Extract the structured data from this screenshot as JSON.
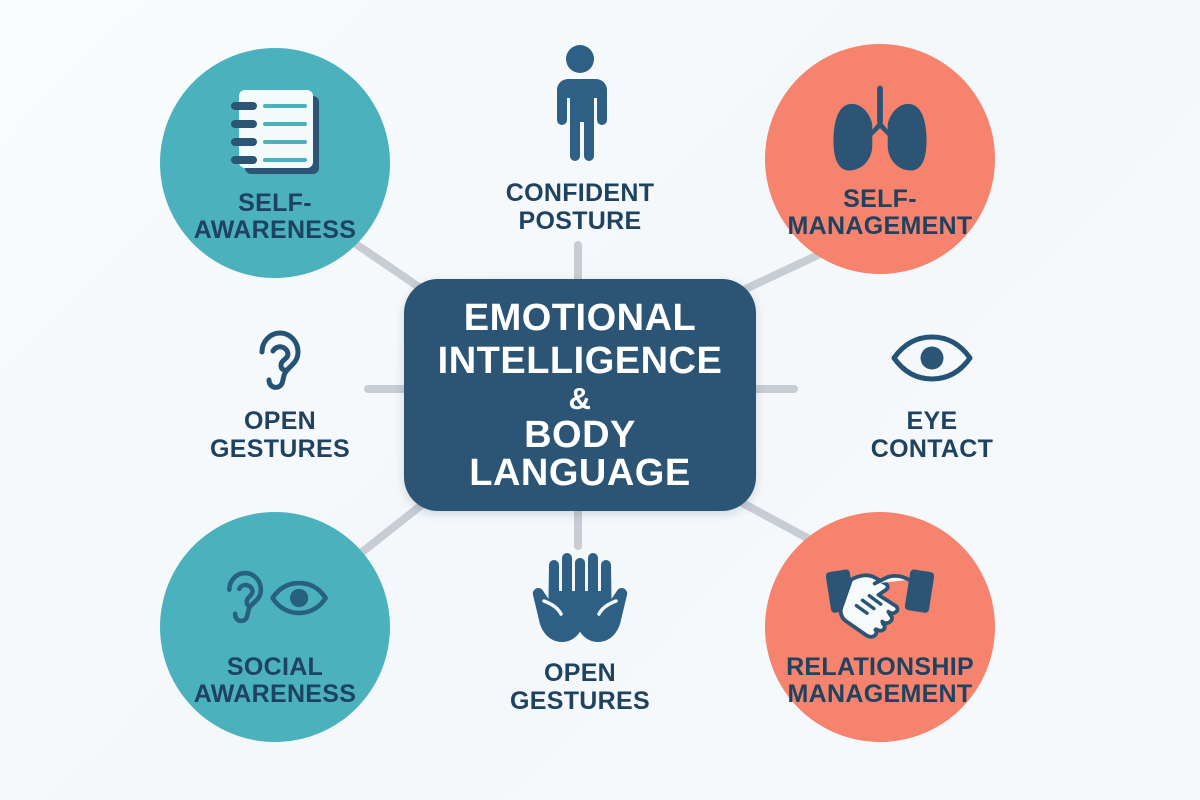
{
  "diagram": {
    "background_color": "#f7fafc",
    "title_lines": [
      "EMOTIONAL",
      "INTELLIGENCE",
      "&",
      "BODY LANGUAGE"
    ],
    "center": {
      "line1": "EMOTIONAL",
      "line2": "INTELLIGENCE",
      "line3": "&",
      "line4": "BODY LANGUAGE",
      "fill_color": "#2c5475",
      "text_color": "#ffffff"
    },
    "palette": {
      "teal": "#4bb2bd",
      "coral": "#f5836d",
      "navy": "#2c5475",
      "label_text": "#1e4260",
      "connector": "#c8cdd4",
      "background": "#f7fafc"
    },
    "connector_color": "#c8cdd4",
    "nodes": [
      {
        "id": "self-awareness",
        "label": "SELF-\nAWARENESS",
        "icon": "notebook-icon",
        "shape": "circle",
        "color": "#4bb2bd",
        "position": "top-left"
      },
      {
        "id": "confident-posture",
        "label": "CONFIDENT\nPOSTURE",
        "icon": "standing-person-icon",
        "shape": "plain",
        "color": "#2c5475",
        "position": "top-center"
      },
      {
        "id": "self-management",
        "label": "SELF-\nMANAGEMENT",
        "icon": "lungs-icon",
        "shape": "circle",
        "color": "#f5836d",
        "position": "top-right"
      },
      {
        "id": "open-gestures-left",
        "label": "OPEN\nGESTURES",
        "icon": "ear-icon",
        "shape": "plain",
        "color": "#2c5475",
        "position": "middle-left"
      },
      {
        "id": "eye-contact",
        "label": "EYE\nCONTACT",
        "icon": "eye-icon",
        "shape": "plain",
        "color": "#2c5475",
        "position": "middle-right"
      },
      {
        "id": "social-awareness",
        "label": "SOCIAL\nAWARENESS",
        "icon": "ear-and-eye-icon",
        "shape": "circle",
        "color": "#4bb2bd",
        "position": "bottom-left"
      },
      {
        "id": "open-gestures-bottom",
        "label": "OPEN\nGESTURES",
        "icon": "open-hands-icon",
        "shape": "plain",
        "color": "#2c5475",
        "position": "bottom-center"
      },
      {
        "id": "relationship-management",
        "label": "RELATIONSHIP\nMANAGEMENT",
        "icon": "handshake-icon",
        "shape": "circle",
        "color": "#f5836d",
        "position": "bottom-right"
      }
    ]
  }
}
